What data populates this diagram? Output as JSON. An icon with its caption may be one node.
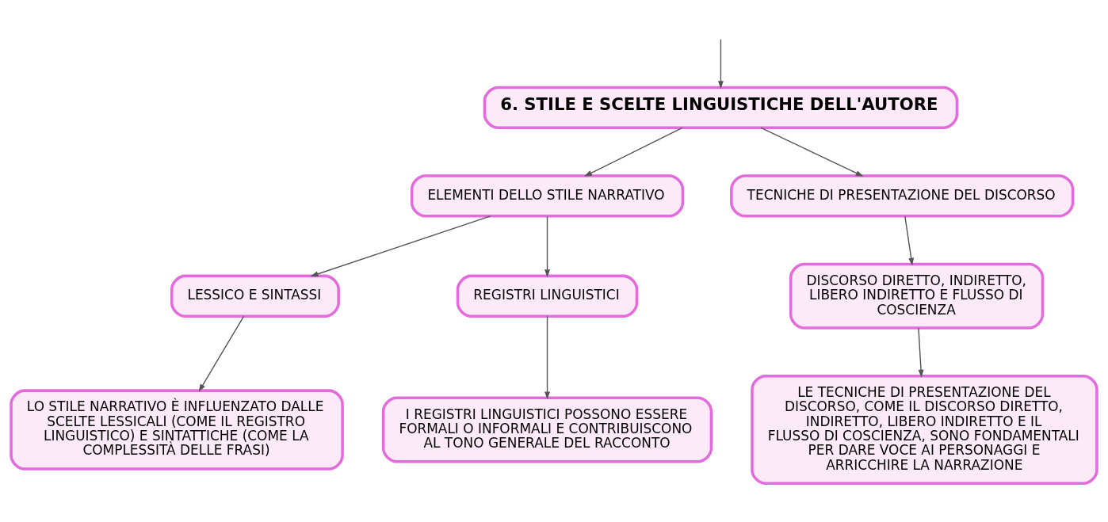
{
  "diagram": {
    "nodes": [
      {
        "text": [
          "6. STILE E SCELTE LINGUISTICHE DELL'AUTORE"
        ]
      },
      {
        "text": [
          "ELEMENTI DELLO STILE NARRATIVO"
        ]
      },
      {
        "text": [
          "TECNICHE DI PRESENTAZIONE DEL DISCORSO"
        ]
      },
      {
        "text": [
          "LESSICO E SINTASSI"
        ]
      },
      {
        "text": [
          "REGISTRI LINGUISTICI"
        ]
      },
      {
        "text": [
          "DISCORSO DIRETTO, INDIRETTO, LIBERO INDIRETTO E FLUSSO DI COSCIENZA"
        ]
      },
      {
        "text": [
          "LO STILE NARRATIVO È INFLUENZATO DALLE SCELTE LESSICALI (COME IL REGISTRO LINGUISTICO) E SINTATTICHE (COME LA COMPLESSITÀ DELLE FRASI)"
        ]
      },
      {
        "text": [
          "I REGISTRI LINGUISTICI POSSONO ESSERE FORMALI O INFORMALI E CONTRIBUISCONO AL TONO GENERALE DEL RACCONTO"
        ]
      },
      {
        "text": [
          "LE TECNICHE DI PRESENTAZIONE DEL DISCORSO, COME IL DISCORSO DIRETTO, INDIRETTO, LIBERO INDIRETTO E IL FLUSSO DI COSCIENZA, SONO FONDAMENTALI PER DARE VOCE AI PERSONAGGI E ARRICCHIRE LA NARRAZIONE"
        ]
      }
    ],
    "edges": [
      {
        "from": null,
        "to": 0,
        "arrow": "to"
      },
      {
        "from": 0,
        "to": 1,
        "arrow": "to"
      },
      {
        "from": 0,
        "to": 2,
        "arrow": "to"
      },
      {
        "from": 1,
        "to": 3,
        "arrow": "to"
      },
      {
        "from": 1,
        "to": 4,
        "arrow": "to"
      },
      {
        "from": 2,
        "to": 5,
        "arrow": "to"
      },
      {
        "from": 3,
        "to": 6,
        "arrow": "to"
      },
      {
        "from": 4,
        "to": 7,
        "arrow": "to"
      },
      {
        "from": 5,
        "to": 8,
        "arrow": "to"
      }
    ]
  }
}
